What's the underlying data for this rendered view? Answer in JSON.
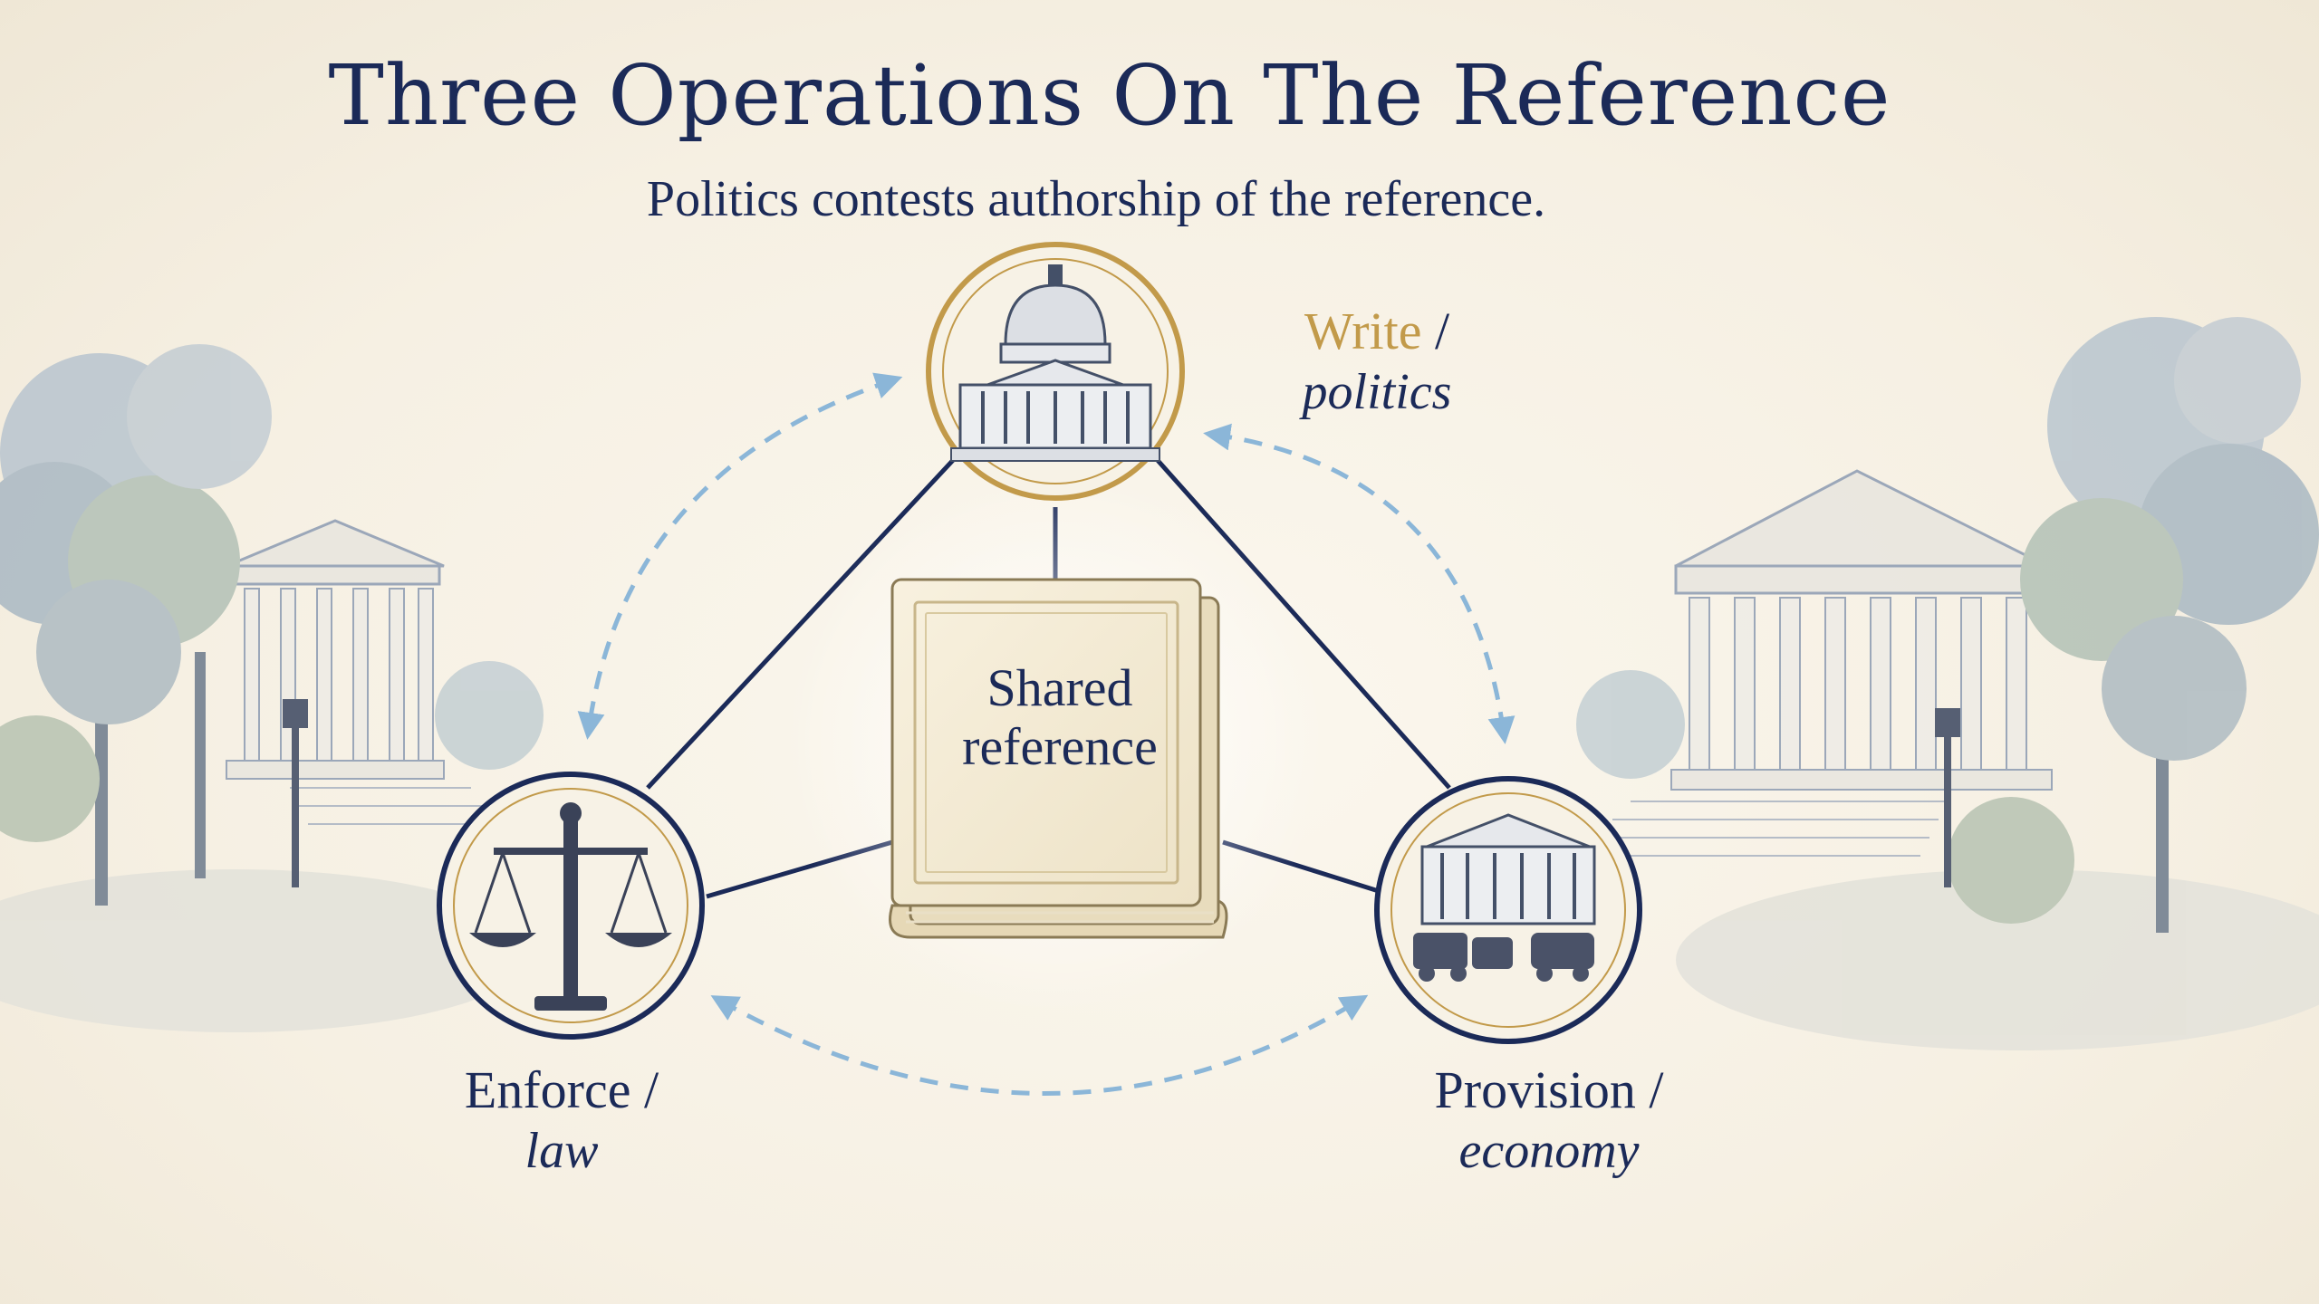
{
  "title": "Three Operations On The Reference",
  "subtitle": "Politics contests authorship of the reference.",
  "center": {
    "line1": "Shared",
    "line2": "reference",
    "icon": "book-icon"
  },
  "nodes": [
    {
      "id": "write",
      "label": "Write",
      "slash": " /",
      "sub": "politics",
      "icon": "capitol-icon"
    },
    {
      "id": "enforce",
      "label": "Enforce /",
      "sub": "law",
      "icon": "scales-icon"
    },
    {
      "id": "provision",
      "label": "Provision /",
      "sub": "economy",
      "icon": "market-building-icon"
    }
  ],
  "colors": {
    "navy": "#1b2a58",
    "gold": "#c29a4a",
    "dashed_arrow": "#8bb6d8",
    "background": "#f6f0e3"
  }
}
